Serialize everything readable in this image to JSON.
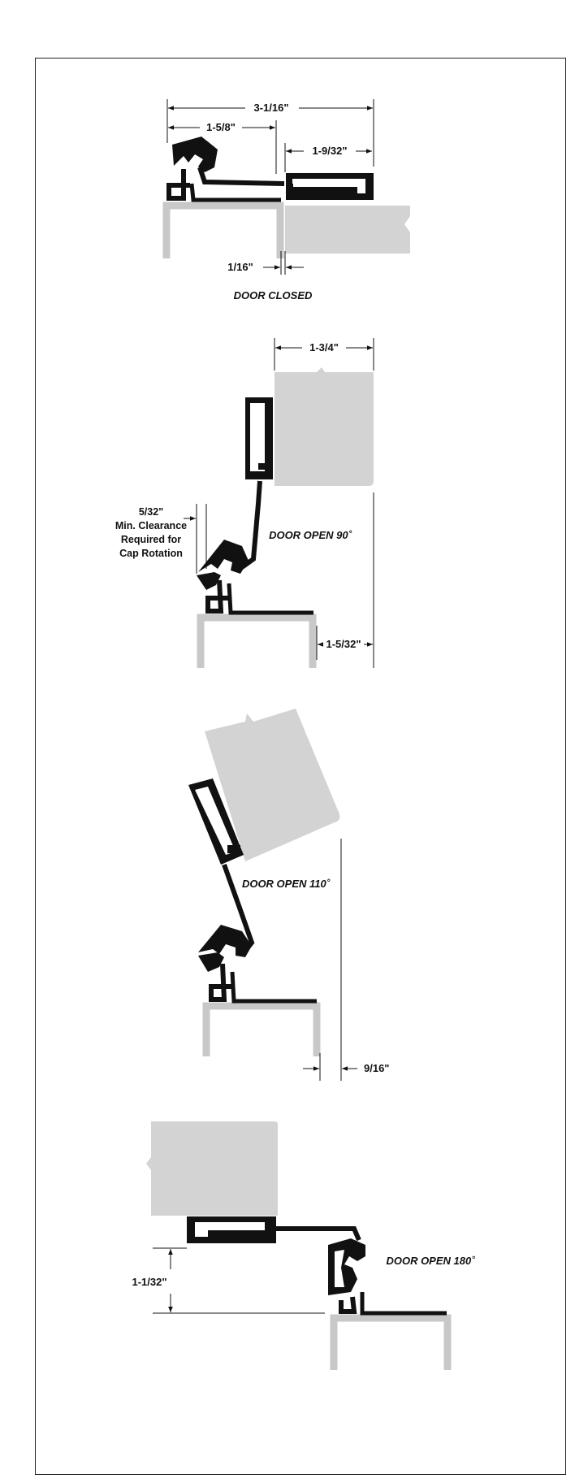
{
  "section_closed": {
    "caption": "DOOR CLOSED",
    "dim_overall": "3-1/16\"",
    "dim_left": "1-5/8\"",
    "dim_right": "1-9/32\"",
    "dim_gap": "1/16\""
  },
  "section_open_90": {
    "caption": "DOOR OPEN 90˚",
    "dim_door": "1-3/4\"",
    "dim_clear": "5/32\"",
    "note_line1": "Min. Clearance",
    "note_line2": "Required for",
    "note_line3": "Cap Rotation",
    "dim_offset": "1-5/32\""
  },
  "section_open_110": {
    "caption": "DOOR OPEN 110˚",
    "dim_offset": "9/16\""
  },
  "section_open_180": {
    "caption": "DOOR OPEN 180˚",
    "dim_offset": "1-1/32\""
  }
}
